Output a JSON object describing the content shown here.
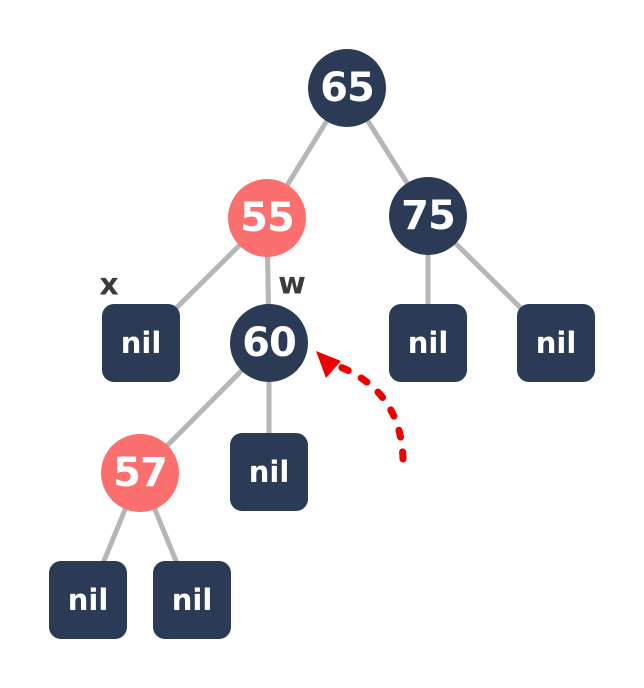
{
  "diagram_type": "binary-tree",
  "colors": {
    "node_dark": "#2b3a55",
    "node_highlight": "#fc6f6f",
    "node_text": "#ffffff",
    "edge": "#b6b6b6",
    "pointer_label": "#3b3b3b",
    "arrow": "#ee0000",
    "background": "#ffffff"
  },
  "pointers": {
    "x": "x",
    "w": "w"
  },
  "nodes": [
    {
      "id": "node-65",
      "label": "65",
      "shape": "circle",
      "variant": "dark"
    },
    {
      "id": "node-55",
      "label": "55",
      "shape": "circle",
      "variant": "highlight"
    },
    {
      "id": "node-75",
      "label": "75",
      "shape": "circle",
      "variant": "dark"
    },
    {
      "id": "node-60",
      "label": "60",
      "shape": "circle",
      "variant": "dark"
    },
    {
      "id": "node-57",
      "label": "57",
      "shape": "circle",
      "variant": "highlight"
    },
    {
      "id": "nil-under-55",
      "label": "nil",
      "shape": "square",
      "variant": "dark"
    },
    {
      "id": "nil-75-left",
      "label": "nil",
      "shape": "square",
      "variant": "dark"
    },
    {
      "id": "nil-75-right",
      "label": "nil",
      "shape": "square",
      "variant": "dark"
    },
    {
      "id": "nil-60-right",
      "label": "nil",
      "shape": "square",
      "variant": "dark"
    },
    {
      "id": "nil-57-left",
      "label": "nil",
      "shape": "square",
      "variant": "dark"
    },
    {
      "id": "nil-57-right",
      "label": "nil",
      "shape": "square",
      "variant": "dark"
    }
  ]
}
